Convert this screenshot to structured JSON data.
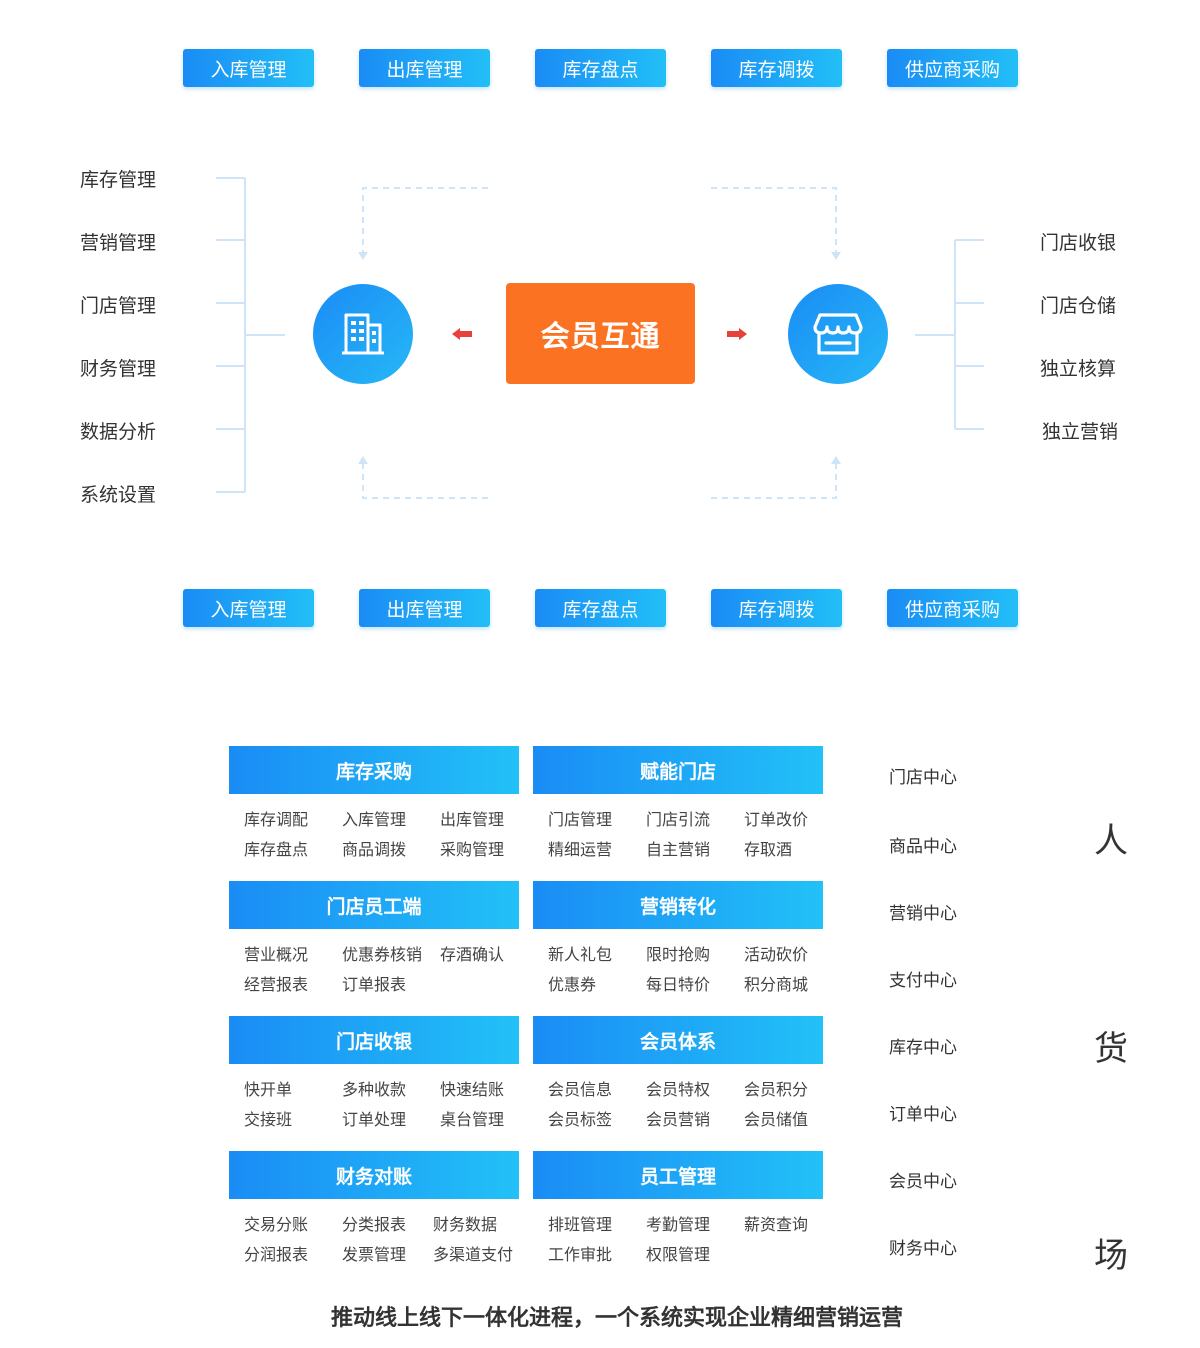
{
  "top_tags": [
    "入库管理",
    "出库管理",
    "库存盘点",
    "库存调拨",
    "供应商采购"
  ],
  "bottom_tags": [
    "入库管理",
    "出库管理",
    "库存盘点",
    "库存调拨",
    "供应商采购"
  ],
  "left_items": [
    "库存管理",
    "营销管理",
    "门店管理",
    "财务管理",
    "数据分析",
    "系统设置"
  ],
  "right_items": [
    "门店收银",
    "门店仓储",
    "独立核算",
    "独立营销"
  ],
  "center_label": "会员互通",
  "icons": {
    "left": "building-icon",
    "right": "storefront-icon"
  },
  "colors": {
    "accent_blue": "#1a8cf5",
    "accent_cyan": "#22c1f7",
    "center_orange": "#fb7322",
    "arrow_red": "#e8413a"
  },
  "modules": [
    {
      "title": "库存采购",
      "items": [
        "库存调配",
        "入库管理",
        "出库管理",
        "库存盘点",
        "商品调拨",
        "采购管理"
      ]
    },
    {
      "title": "赋能门店",
      "items": [
        "门店管理",
        "门店引流",
        "订单改价",
        "精细运营",
        "自主营销",
        "存取酒"
      ]
    },
    {
      "title": "门店员工端",
      "items": [
        "营业概况",
        "优惠券核销",
        "存酒确认",
        "经营报表",
        "订单报表"
      ]
    },
    {
      "title": "营销转化",
      "items": [
        "新人礼包",
        "限时抢购",
        "活动砍价",
        "优惠券",
        "每日特价",
        "积分商城"
      ]
    },
    {
      "title": "门店收银",
      "items": [
        "快开单",
        "多种收款",
        "快速结账",
        "交接班",
        "订单处理",
        "桌台管理"
      ]
    },
    {
      "title": "会员体系",
      "items": [
        "会员信息",
        "会员特权",
        "会员积分",
        "会员标签",
        "会员营销",
        "会员储值"
      ]
    },
    {
      "title": "财务对账",
      "items": [
        "交易分账",
        "分类报表",
        "财务数据",
        "分润报表",
        "发票管理",
        "多渠道支付"
      ]
    },
    {
      "title": "员工管理",
      "items": [
        "排班管理",
        "考勤管理",
        "薪资查询",
        "工作审批",
        "权限管理"
      ]
    }
  ],
  "centers": [
    "门店中心",
    "商品中心",
    "营销中心",
    "支付中心",
    "库存中心",
    "订单中心",
    "会员中心",
    "财务中心"
  ],
  "big_chars": [
    "人",
    "货",
    "场"
  ],
  "footer": "推动线上线下一体化进程，一个系统实现企业精细营销运营"
}
